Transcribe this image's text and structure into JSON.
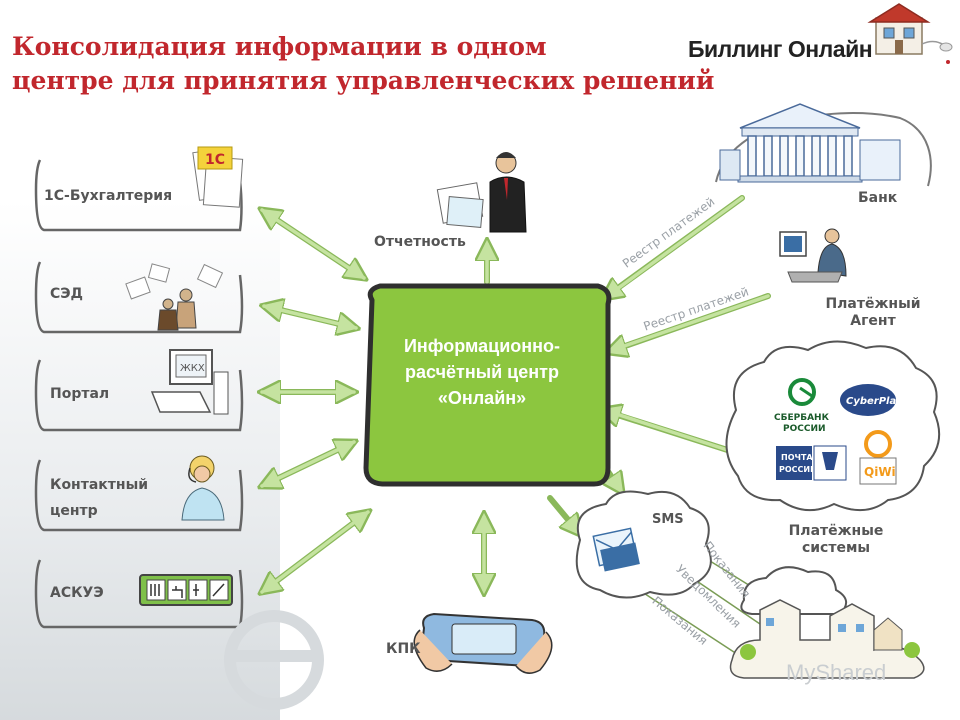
{
  "header": {
    "title_line1": "Консолидация информации в одном",
    "title_line2": "центре для принятия управленческих решений",
    "brand": "Биллинг Онлайн"
  },
  "center": {
    "line1": "Информационно-",
    "line2": "расчётный центр",
    "line3": "«Онлайн»"
  },
  "left_nodes": [
    {
      "label": "1С-Бухгалтерия"
    },
    {
      "label": "СЭД"
    },
    {
      "label": "Портал"
    },
    {
      "label_line1": "Контактный",
      "label_line2": "центр"
    },
    {
      "label": "АСКУЭ"
    }
  ],
  "top_node": {
    "label": "Отчетность"
  },
  "bottom_node": {
    "label": "КПК"
  },
  "right_nodes": {
    "bank": "Банк",
    "agent_line1": "Платёжный",
    "agent_line2": "Агент",
    "systems_line1": "Платёжные",
    "systems_line2": "системы",
    "sms": "SMS"
  },
  "edge_labels": {
    "bank_registry": "Реестр платежей",
    "agent_registry": "Реестр платежей",
    "readings_1": "Показания",
    "notifications": "Уведомления",
    "readings_2": "Показания"
  },
  "logos": {
    "sber_line1": "СБЕРБАНК",
    "sber_line2": "РОССИИ",
    "cyberplat": "CyberPlat",
    "pochta_line1": "ПОЧТА",
    "pochta_line2": "РОССИИ",
    "qiwi": "QiWi",
    "c1": "1С",
    "zhkh": "ЖКХ"
  },
  "watermark": "MyShared",
  "colors": {
    "title_red": "#c1272d",
    "center_green": "#8cc63f",
    "arrow_green": "#c5e3a0",
    "arrow_stroke": "#8ab85a"
  }
}
